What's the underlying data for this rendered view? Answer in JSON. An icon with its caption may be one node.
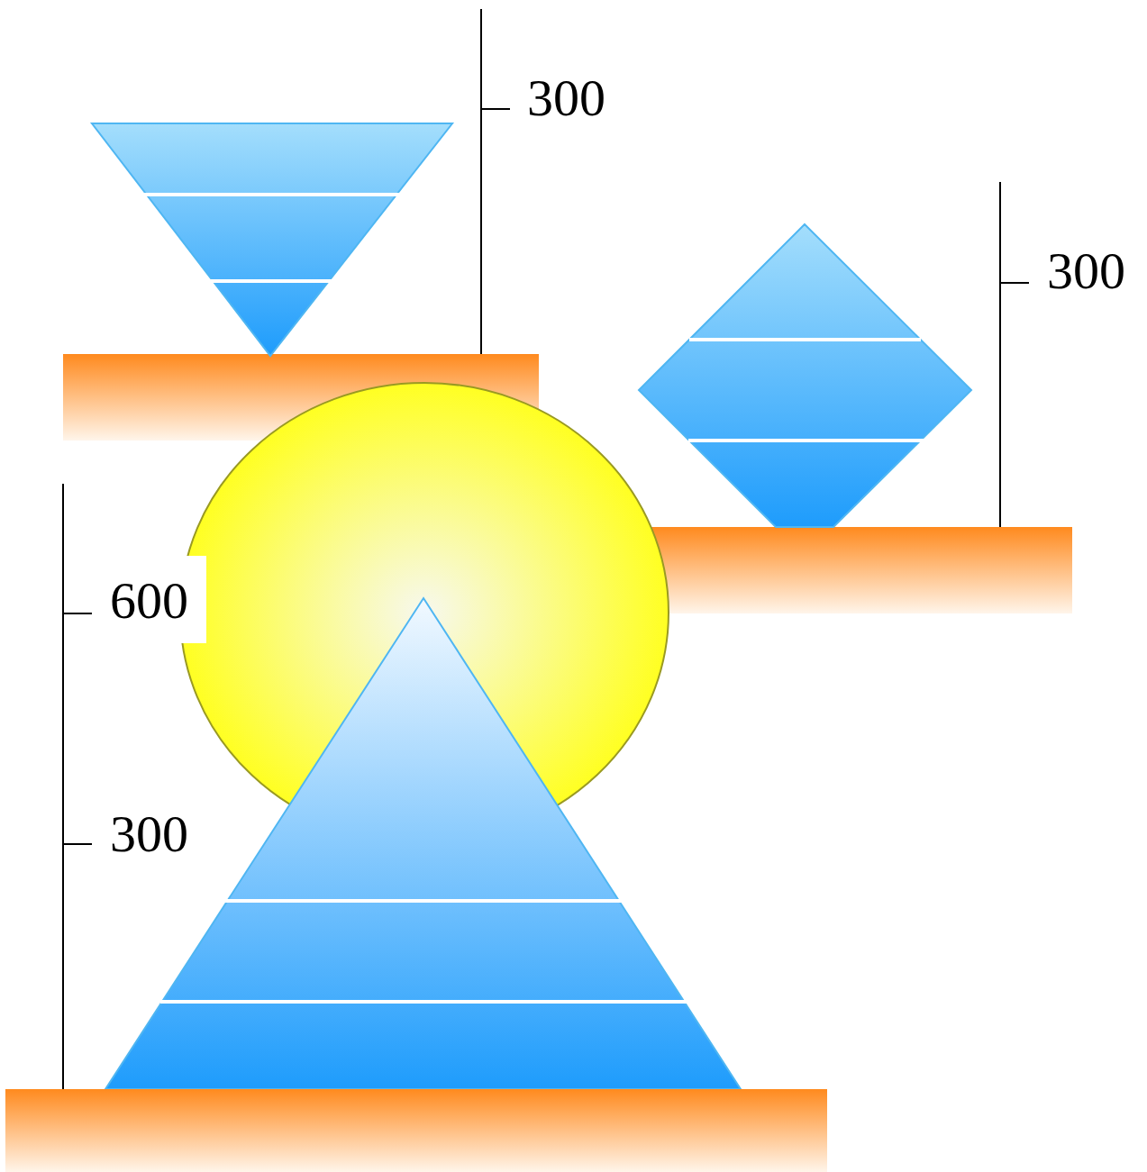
{
  "diagram": {
    "labels": [
      "300",
      "300",
      "600",
      "300"
    ]
  }
}
